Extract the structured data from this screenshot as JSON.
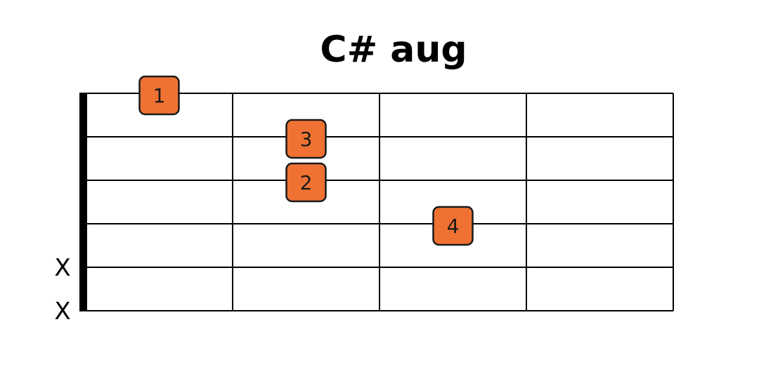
{
  "chord": {
    "name": "C# aug",
    "frets_shown": 4,
    "strings": 6
  },
  "colors": {
    "background": "#ffffff",
    "grid_line": "#000000",
    "nut": "#000000",
    "dot_fill": "#ef7233",
    "dot_stroke": "#1a1a1a",
    "finger_text": "#1a1a1a"
  },
  "muted_strings": [
    {
      "string_row": 5,
      "mark": "X"
    },
    {
      "string_row": 6,
      "mark": "X"
    }
  ],
  "fingers": [
    {
      "finger": "1",
      "string_row": 1,
      "fret": 1
    },
    {
      "finger": "3",
      "string_row": 2,
      "fret": 2
    },
    {
      "finger": "2",
      "string_row": 3,
      "fret": 2
    },
    {
      "finger": "4",
      "string_row": 4,
      "fret": 3
    }
  ]
}
